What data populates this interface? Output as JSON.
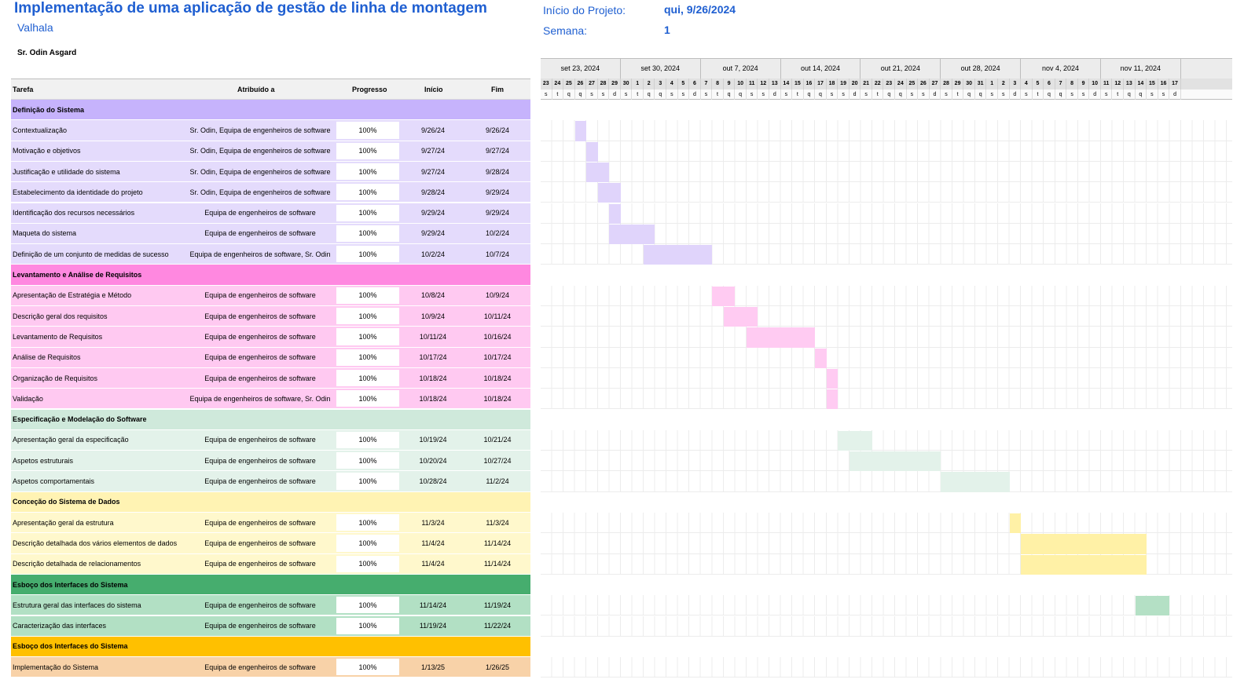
{
  "header": {
    "title": "Implementação de uma aplicação de gestão de linha de montagem",
    "subtitle": "Valhala",
    "manager": "Sr. Odin Asgard",
    "project_start_label": "Início do Projeto:",
    "project_start_value": "qui, 9/26/2024",
    "week_label": "Semana:",
    "week_value": "1"
  },
  "columns": {
    "task": "Tarefa",
    "assigned": "Atribuído a",
    "progress": "Progresso",
    "start": "Início",
    "end": "Fim"
  },
  "colors": {
    "p1_head": "#c6b3fc",
    "p1_row": "#e4dbfc",
    "p1_bar": "#e0d4fb",
    "p2_head": "#ff88e0",
    "p2_row": "#ffc9f1",
    "p2_bar": "#ffcbf2",
    "p3_head": "#cfe9db",
    "p3_row": "#e3f2ea",
    "p3_bar": "#e3f2ea",
    "p4_head": "#fff3b3",
    "p4_row": "#fff8cc",
    "p4_bar": "#fff1a6",
    "p5_head": "#46ad6e",
    "p5_row": "#b2e0c4",
    "p5_bar": "#b4e0c5",
    "p6_head": "#ffc000",
    "p6_row": "#f8d2a8"
  },
  "gantt": {
    "weeks": [
      "set 23, 2024",
      "set 30, 2024",
      "out 7, 2024",
      "out 14, 2024",
      "out 21, 2024",
      "out 28, 2024",
      "nov 4, 2024",
      "nov 11, 2024"
    ],
    "days": [
      "23",
      "24",
      "25",
      "26",
      "27",
      "28",
      "29",
      "30",
      "1",
      "2",
      "3",
      "4",
      "5",
      "6",
      "7",
      "8",
      "9",
      "10",
      "11",
      "12",
      "13",
      "14",
      "15",
      "16",
      "17",
      "18",
      "19",
      "20",
      "21",
      "22",
      "23",
      "24",
      "25",
      "26",
      "27",
      "28",
      "29",
      "30",
      "31",
      "1",
      "2",
      "3",
      "4",
      "5",
      "6",
      "7",
      "8",
      "9",
      "10",
      "11",
      "12",
      "13",
      "14",
      "15",
      "16",
      "17"
    ],
    "weekdays": [
      "s",
      "t",
      "q",
      "q",
      "s",
      "s",
      "d",
      "s",
      "t",
      "q",
      "q",
      "s",
      "s",
      "d",
      "s",
      "t",
      "q",
      "q",
      "s",
      "s",
      "d",
      "s",
      "t",
      "q",
      "q",
      "s",
      "s",
      "d",
      "s",
      "t",
      "q",
      "q",
      "s",
      "s",
      "d",
      "s",
      "t",
      "q",
      "q",
      "s",
      "s",
      "d",
      "s",
      "t",
      "q",
      "q",
      "s",
      "s",
      "d",
      "s",
      "t",
      "q",
      "q",
      "s",
      "s",
      "d"
    ]
  },
  "rows": [
    {
      "kind": "phase",
      "phase": 1,
      "task": "Definição do Sistema"
    },
    {
      "kind": "task",
      "phase": 1,
      "task": "Contextualização",
      "assigned": "Sr. Odin, Equipa de engenheiros de software",
      "progress": "100%",
      "start": "9/26/24",
      "end": "9/26/24",
      "s": 3,
      "d": 1
    },
    {
      "kind": "task",
      "phase": 1,
      "task": "Motivação e objetivos",
      "assigned": "Sr. Odin, Equipa de engenheiros de software",
      "progress": "100%",
      "start": "9/27/24",
      "end": "9/27/24",
      "s": 4,
      "d": 1
    },
    {
      "kind": "task",
      "phase": 1,
      "task": "Justificação e utilidade do sistema",
      "assigned": "Sr. Odin, Equipa de engenheiros de software",
      "progress": "100%",
      "start": "9/27/24",
      "end": "9/28/24",
      "s": 4,
      "d": 2
    },
    {
      "kind": "task",
      "phase": 1,
      "task": "Estabelecimento da identidade do projeto",
      "assigned": "Sr. Odin, Equipa de engenheiros de software",
      "progress": "100%",
      "start": "9/28/24",
      "end": "9/29/24",
      "s": 5,
      "d": 2
    },
    {
      "kind": "task",
      "phase": 1,
      "task": "Identificação dos recursos necessários",
      "assigned": "Equipa de engenheiros de software",
      "progress": "100%",
      "start": "9/29/24",
      "end": "9/29/24",
      "s": 6,
      "d": 1
    },
    {
      "kind": "task",
      "phase": 1,
      "task": "Maqueta do sistema",
      "assigned": "Equipa de engenheiros de software",
      "progress": "100%",
      "start": "9/29/24",
      "end": "10/2/24",
      "s": 6,
      "d": 4
    },
    {
      "kind": "task",
      "phase": 1,
      "task": "Definição de um conjunto de medidas de sucesso",
      "assigned": "Equipa de engenheiros de software, Sr. Odin",
      "progress": "100%",
      "start": "10/2/24",
      "end": "10/7/24",
      "s": 9,
      "d": 6
    },
    {
      "kind": "phase",
      "phase": 2,
      "task": "Levantamento e Análise de Requisitos"
    },
    {
      "kind": "task",
      "phase": 2,
      "task": "Apresentação de Estratégia e Método",
      "assigned": "Equipa de engenheiros de software",
      "progress": "100%",
      "start": "10/8/24",
      "end": "10/9/24",
      "s": 15,
      "d": 2
    },
    {
      "kind": "task",
      "phase": 2,
      "task": "Descrição geral dos requisitos",
      "assigned": "Equipa de engenheiros de software",
      "progress": "100%",
      "start": "10/9/24",
      "end": "10/11/24",
      "s": 16,
      "d": 3
    },
    {
      "kind": "task",
      "phase": 2,
      "task": "Levantamento de Requisitos",
      "assigned": "Equipa de engenheiros de software",
      "progress": "100%",
      "start": "10/11/24",
      "end": "10/16/24",
      "s": 18,
      "d": 6
    },
    {
      "kind": "task",
      "phase": 2,
      "task": "Análise de Requisitos",
      "assigned": "Equipa de engenheiros de software",
      "progress": "100%",
      "start": "10/17/24",
      "end": "10/17/24",
      "s": 24,
      "d": 1
    },
    {
      "kind": "task",
      "phase": 2,
      "task": "Organização de Requisitos",
      "assigned": "Equipa de engenheiros de software",
      "progress": "100%",
      "start": "10/18/24",
      "end": "10/18/24",
      "s": 25,
      "d": 1
    },
    {
      "kind": "task",
      "phase": 2,
      "task": "Validação",
      "assigned": "Equipa de engenheiros de software, Sr. Odin",
      "progress": "100%",
      "start": "10/18/24",
      "end": "10/18/24",
      "s": 25,
      "d": 1
    },
    {
      "kind": "phase",
      "phase": 3,
      "task": "Especificação e Modelação do Software"
    },
    {
      "kind": "task",
      "phase": 3,
      "task": "Apresentação geral da especificação",
      "assigned": "Equipa de engenheiros de software",
      "progress": "100%",
      "start": "10/19/24",
      "end": "10/21/24",
      "s": 26,
      "d": 3
    },
    {
      "kind": "task",
      "phase": 3,
      "task": "Aspetos estruturais",
      "assigned": "Equipa de engenheiros de software",
      "progress": "100%",
      "start": "10/20/24",
      "end": "10/27/24",
      "s": 27,
      "d": 8
    },
    {
      "kind": "task",
      "phase": 3,
      "task": "Aspetos comportamentais",
      "assigned": "Equipa de engenheiros de software",
      "progress": "100%",
      "start": "10/28/24",
      "end": "11/2/24",
      "s": 35,
      "d": 6
    },
    {
      "kind": "phase",
      "phase": 4,
      "task": "Conceção do Sistema de Dados"
    },
    {
      "kind": "task",
      "phase": 4,
      "task": "Apresentação geral da estrutura",
      "assigned": "Equipa de engenheiros de software",
      "progress": "100%",
      "start": "11/3/24",
      "end": "11/3/24",
      "s": 41,
      "d": 1
    },
    {
      "kind": "task",
      "phase": 4,
      "task": "Descrição detalhada dos vários elementos de dados",
      "assigned": "Equipa de engenheiros de software",
      "progress": "100%",
      "start": "11/4/24",
      "end": "11/14/24",
      "s": 42,
      "d": 11
    },
    {
      "kind": "task",
      "phase": 4,
      "task": "Descrição detalhada de relacionamentos",
      "assigned": "Equipa de engenheiros de software",
      "progress": "100%",
      "start": "11/4/24",
      "end": "11/14/24",
      "s": 42,
      "d": 11
    },
    {
      "kind": "phase",
      "phase": 5,
      "task": "Esboço dos Interfaces do Sistema"
    },
    {
      "kind": "task",
      "phase": 5,
      "task": "Estrutura geral das interfaces do sistema",
      "assigned": "Equipa de engenheiros de software",
      "progress": "100%",
      "start": "11/14/24",
      "end": "11/19/24",
      "s": 52,
      "d": 3
    },
    {
      "kind": "task",
      "phase": 5,
      "task": "Caracterização das interfaces",
      "assigned": "Equipa de engenheiros de software",
      "progress": "100%",
      "start": "11/19/24",
      "end": "11/22/24",
      "s": 57,
      "d": 0
    },
    {
      "kind": "phase",
      "phase": 6,
      "task": "Esboço dos Interfaces do Sistema"
    },
    {
      "kind": "task",
      "phase": 6,
      "task": "Implementação do Sistema",
      "assigned": "Equipa de engenheiros de software",
      "progress": "100%",
      "start": "1/13/25",
      "end": "1/26/25",
      "s": 0,
      "d": 0
    }
  ]
}
